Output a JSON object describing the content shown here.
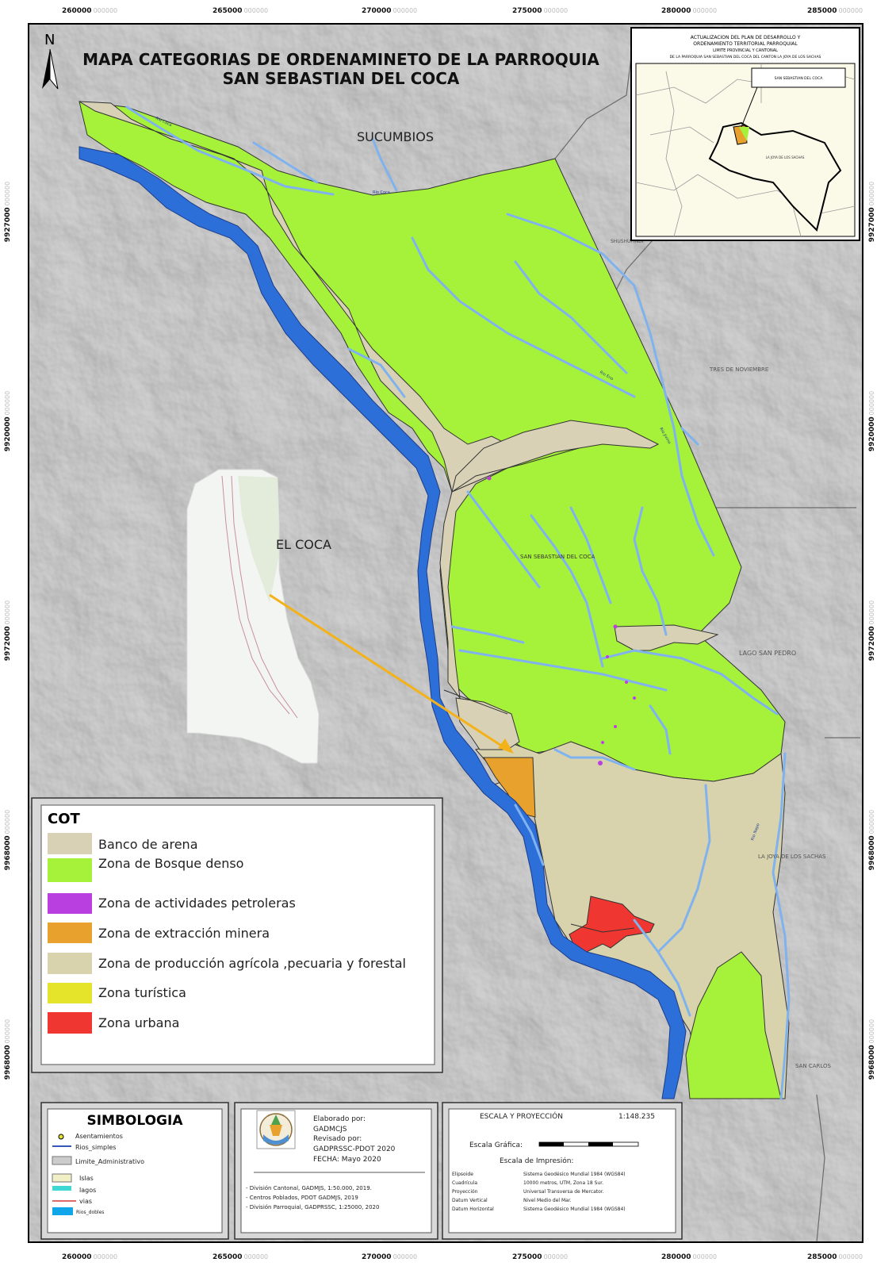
{
  "title": {
    "north_letter": "N",
    "line1": "MAPA CATEGORIAS DE ORDENAMINETO DE LA PARROQUIA",
    "line2": "SAN SEBASTIAN DEL COCA"
  },
  "coordinates": {
    "top_ticks": [
      {
        "main": "260000",
        "sub": "000000"
      },
      {
        "main": "265000",
        "sub": "000000"
      },
      {
        "main": "270000",
        "sub": "000000"
      },
      {
        "main": "275000",
        "sub": "000000"
      },
      {
        "main": "280000",
        "sub": "000000"
      },
      {
        "main": "285000",
        "sub": "000000"
      }
    ],
    "bottom_ticks": [
      {
        "main": "260000",
        "sub": "000000"
      },
      {
        "main": "265000",
        "sub": "000000"
      },
      {
        "main": "270000",
        "sub": "000000"
      },
      {
        "main": "275000",
        "sub": "000000"
      },
      {
        "main": "280000",
        "sub": "000000"
      },
      {
        "main": "285000",
        "sub": "000000"
      }
    ],
    "side_ticks": [
      {
        "main": "9927000",
        "sub": "000000"
      },
      {
        "main": "9920000",
        "sub": "000000"
      },
      {
        "main": "9972000",
        "sub": "000000"
      },
      {
        "main": "9968000",
        "sub": "000000"
      },
      {
        "main": "9968000",
        "sub": "000000"
      }
    ]
  },
  "places": {
    "sucumbios": "SUCUMBIOS",
    "el_coca": "EL COCA",
    "tres_noviembre": "TRES DE NOVIEMBRE",
    "lago_san_pedro": "LAGO SAN PEDRO",
    "san_sebastian": "SAN SEBASTIAN DEL COCA",
    "la_joya": "LA JOYA DE LOS SACHAS",
    "san_carlos": "SAN CARLOS",
    "shushufindi": "SHUSHUFINDI"
  },
  "rivers": {
    "r1": "Rio Coca",
    "r2": "Rio Coca",
    "r3": "Rio Eno",
    "r4": "Rio Jivino",
    "r5": "Rio Napo"
  },
  "inset": {
    "title_line1": "ACTUALIZACION DEL PLAN DE DESARROLLO Y",
    "title_line2": "ORDENAMIENTO TERRITORIAL PARROQUIAL",
    "title_line3": "LIMITE PROVINCIAL Y CANTONAL",
    "title_line4": "DE LA PARROQUIA SAN SEBASTIAN DEL COCA DEL CANTON LA JOYA DE LOS SACHAS",
    "callout": "SAN SEBASTIAN DEL COCA",
    "canton_label": "LA JOYA DE LOS SACHAS"
  },
  "legend": {
    "heading": "COT",
    "items": [
      {
        "label": "Banco de arena",
        "color": "#d8d1b6"
      },
      {
        "label": "Zona de Bosque denso",
        "color": "#a6f23a"
      },
      {
        "label": "Zona de actividades petroleras",
        "color": "#b93fe0"
      },
      {
        "label": "Zona de extracción minera",
        "color": "#e7a12c"
      },
      {
        "label": "Zona de producción agrícola ,pecuaria y forestal",
        "color": "#d8d3ad"
      },
      {
        "label": "Zona turística",
        "color": "#e6e42a"
      },
      {
        "label": "Zona urbana",
        "color": "#ef3630"
      }
    ]
  },
  "simbologia": {
    "heading": "SIMBOLOGIA",
    "items": [
      {
        "label": "Asentamientos"
      },
      {
        "label": "Rios_simples"
      },
      {
        "label": "Limite_Administrativo"
      },
      {
        "label": "Islas"
      },
      {
        "label": "lagos"
      },
      {
        "label": "vias"
      },
      {
        "label": "Rios_dobles"
      }
    ]
  },
  "credits": {
    "line1": "Elaborado por:",
    "line2": "GADMCJS",
    "line3": "Revisado por:",
    "line4": "GADPRSSC-PDOT 2020",
    "line5": "FECHA: Mayo 2020",
    "src1": "- División Cantonal, GADMJS, 1:50.000, 2019.",
    "src2": "- Centros Poblados, PDOT GADMJS, 2019",
    "src3": "- División Parroquial, GADPRSSC, 1:25000, 2020"
  },
  "scale": {
    "heading": "ESCALA Y PROYECCIÓN",
    "ratio": "1:148.235",
    "grafica_label": "Escala Gráfica:",
    "impresion_label": "Escala de Impresión:",
    "rows": [
      {
        "k": "Elipsoide",
        "v": "Sistema Geodésico Mundial 1984 (WGS84)"
      },
      {
        "k": "Cuadrícula",
        "v": "10000 metros, UTM, Zona 18 Sur."
      },
      {
        "k": "Proyección",
        "v": "Universal Transversa de Mercator."
      },
      {
        "k": "Datum Vertical",
        "v": "Nivel Medio del Mar."
      },
      {
        "k": "Datum Horizontal",
        "v": "Sistema Geodésico Mundial 1984 (WGS84)"
      }
    ]
  },
  "colors": {
    "hillshade": "#a9a9a9",
    "forest": "#a6f23a",
    "sand": "#d8d1b6",
    "river_double": "#2d6fd8",
    "river_simple": "#7fb2ee",
    "urban": "#ef3630",
    "mining": "#e7a12c",
    "arrow": "#f4b21a"
  }
}
